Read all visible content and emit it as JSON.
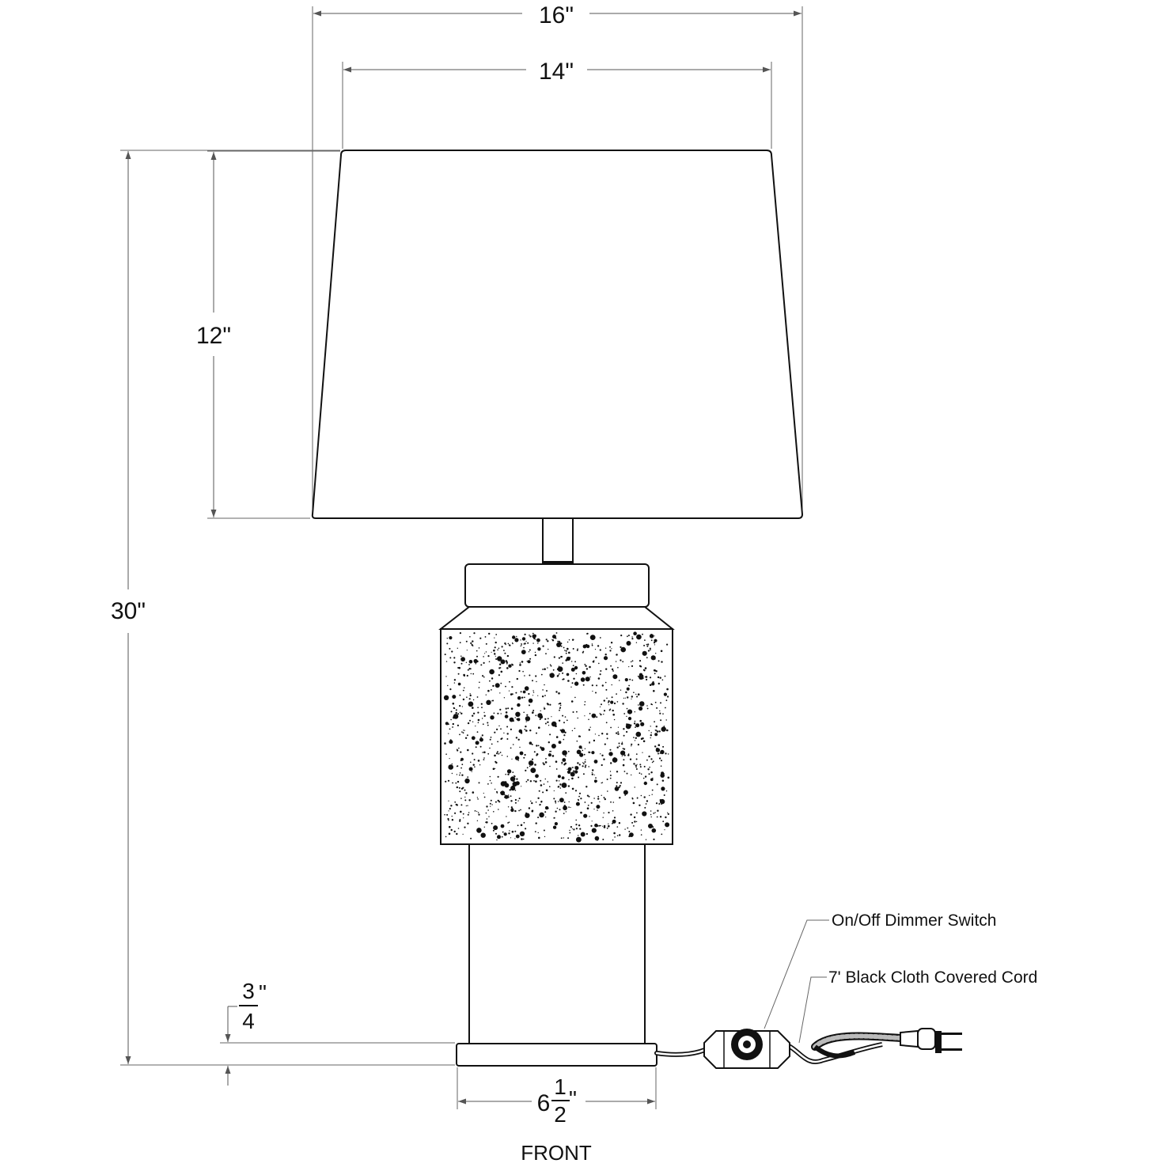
{
  "dimensions": {
    "overall_width": "16\"",
    "shade_top_width": "14\"",
    "shade_height": "12\"",
    "overall_height": "30\"",
    "base_height_numerator": "3",
    "base_height_denominator": "4",
    "base_height_unit": "\"",
    "base_width_whole": "6",
    "base_width_numerator": "1",
    "base_width_denominator": "2",
    "base_width_unit": "\""
  },
  "callouts": {
    "switch": "On/Off Dimmer Switch",
    "cord": "7' Black Cloth Covered Cord"
  },
  "view_caption": "FRONT"
}
